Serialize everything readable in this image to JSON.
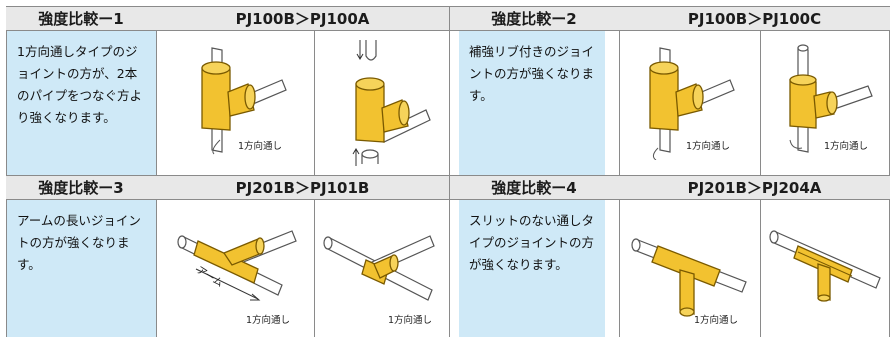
{
  "rows": [
    {
      "sections": [
        {
          "title": "強度比較ー1",
          "models": "PJ100B＞PJ100A",
          "description": "1方向通しタイプのジョイントの方が、2本のパイプをつなぐ方より強くなります。",
          "captions": [
            "1方向通し"
          ]
        },
        {
          "title": "強度比較ー2",
          "models": "PJ100B＞PJ100C",
          "description": "補強リブ付きのジョイントの方が強くなります。",
          "captions": [
            "1方向通し",
            "1方向通し"
          ]
        }
      ]
    },
    {
      "sections": [
        {
          "title": "強度比較ー3",
          "models": "PJ201B＞PJ101B",
          "description": "アームの長いジョイントの方が強くなります。",
          "captions": [
            "1方向通し",
            "1方向通し"
          ],
          "arm_label": "アーム"
        },
        {
          "title": "強度比較ー4",
          "models": "PJ201B＞PJ204A",
          "description": "スリットのない通しタイプのジョイントの方が強くなります。",
          "captions": [
            "1方向通し"
          ]
        }
      ]
    }
  ],
  "colors": {
    "joint_fill": "#f2c230",
    "joint_stroke": "#7a5a00",
    "desc_bg": "#cfe9f7",
    "header_bg": "#e8e8e8"
  }
}
